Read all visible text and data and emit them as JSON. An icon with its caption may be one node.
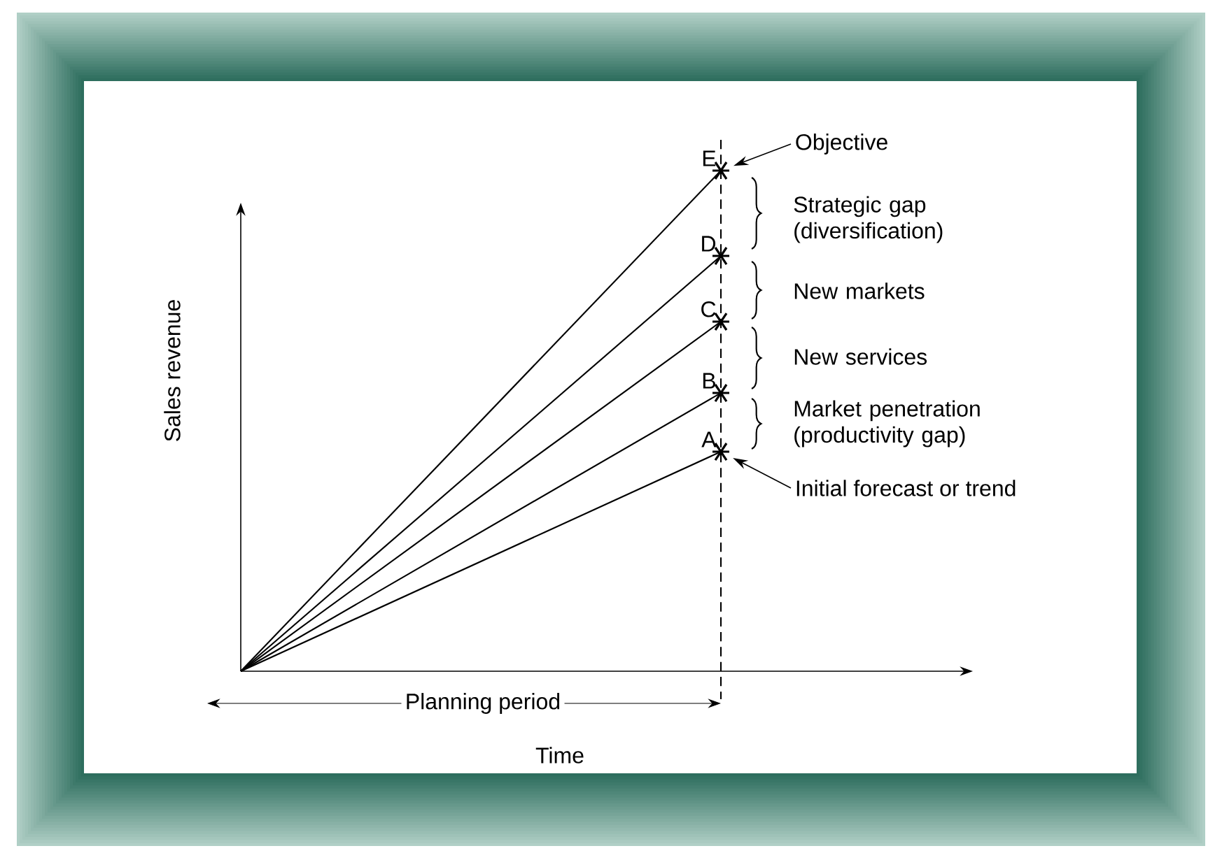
{
  "diagram": {
    "nodes": [
      {
        "text": [
          "A"
        ]
      },
      {
        "text": [
          "B"
        ]
      },
      {
        "text": [
          "C"
        ]
      },
      {
        "text": [
          "D"
        ]
      },
      {
        "text": [
          "E"
        ]
      },
      {
        "text": [
          "Objective"
        ]
      },
      {
        "text": [
          "Initial forecast or trend"
        ]
      }
    ],
    "edges": [
      {
        "from": null,
        "to": 0,
        "arrow": "none"
      },
      {
        "from": null,
        "to": 1,
        "arrow": "none"
      },
      {
        "from": null,
        "to": 2,
        "arrow": "none"
      },
      {
        "from": null,
        "to": 3,
        "arrow": "none"
      },
      {
        "from": null,
        "to": 4,
        "arrow": "none"
      },
      {
        "from": 5,
        "to": 4,
        "arrow": "to"
      },
      {
        "from": 6,
        "to": 0,
        "arrow": "to"
      }
    ],
    "labels": [
      "Strategic gap (diversification)",
      "New markets",
      "New services",
      "Market penetration (productivity gap)",
      "Sales revenue",
      "Planning period",
      "Time"
    ]
  }
}
